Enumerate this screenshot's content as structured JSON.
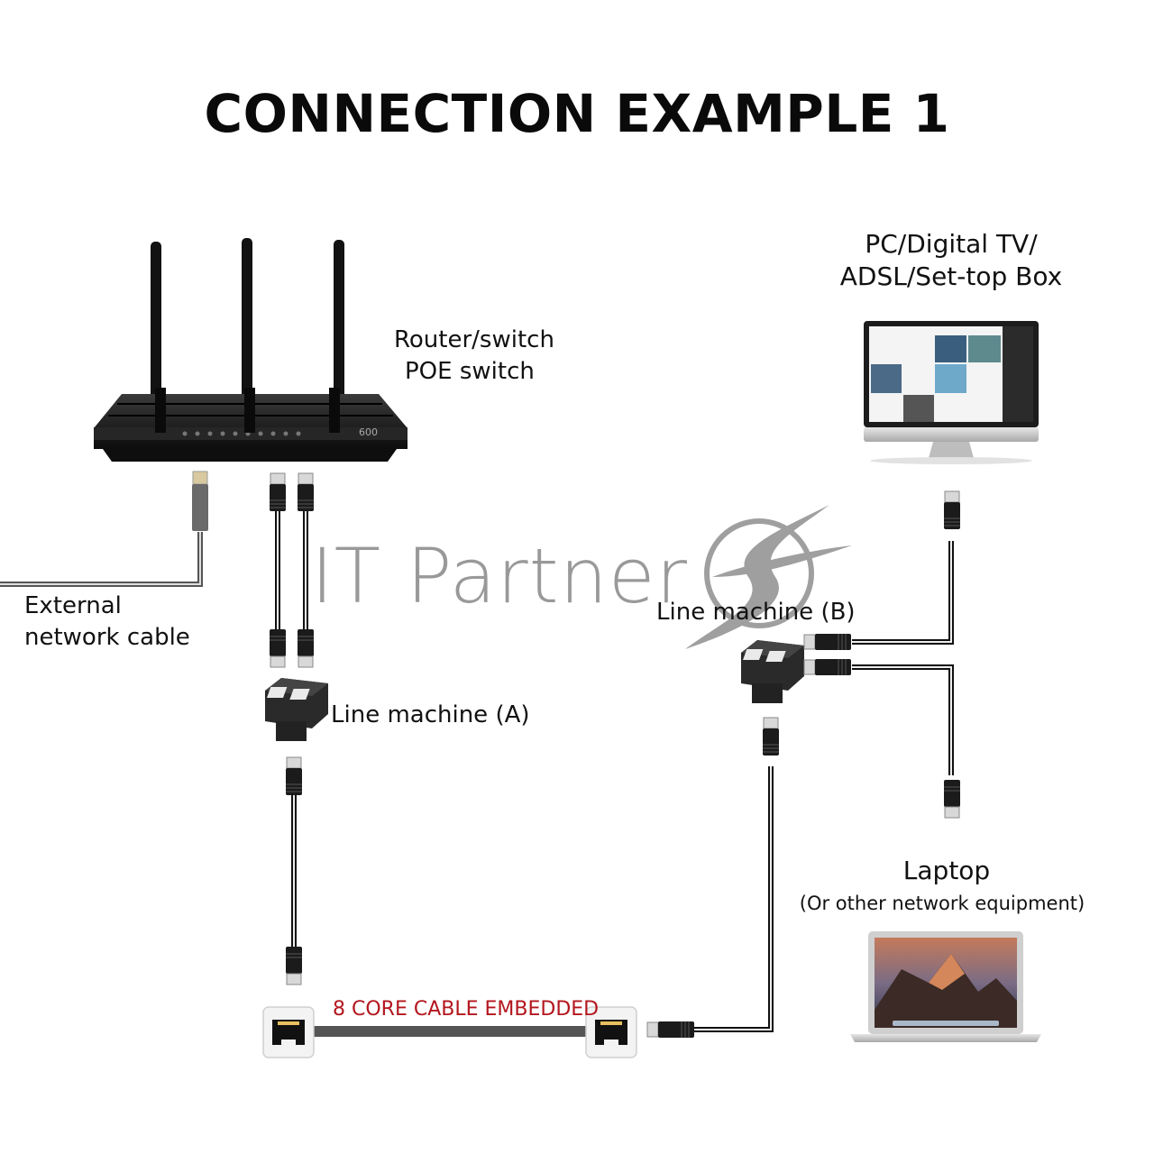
{
  "title": "CONNECTION EXAMPLE 1",
  "labels": {
    "router": [
      "Router/switch",
      "POE switch"
    ],
    "pc": [
      "PC/Digital TV/",
      "ADSL/Set-top Box"
    ],
    "external": [
      "External",
      "network cable"
    ],
    "line_a": "Line machine (A)",
    "line_b": "Line machine (B)",
    "laptop_title": "Laptop",
    "laptop_sub": "(Or other network equipment)",
    "cable": "8 CORE CABLE EMBEDDED",
    "router_badge": "600"
  },
  "watermark": {
    "text": "IT Partner",
    "logo_letter": "S"
  },
  "colors": {
    "cable_label": "#b3161d",
    "watermark": "#8f8f8f",
    "router_body": "#1a1a1a",
    "embedded_cable": "#555555"
  }
}
